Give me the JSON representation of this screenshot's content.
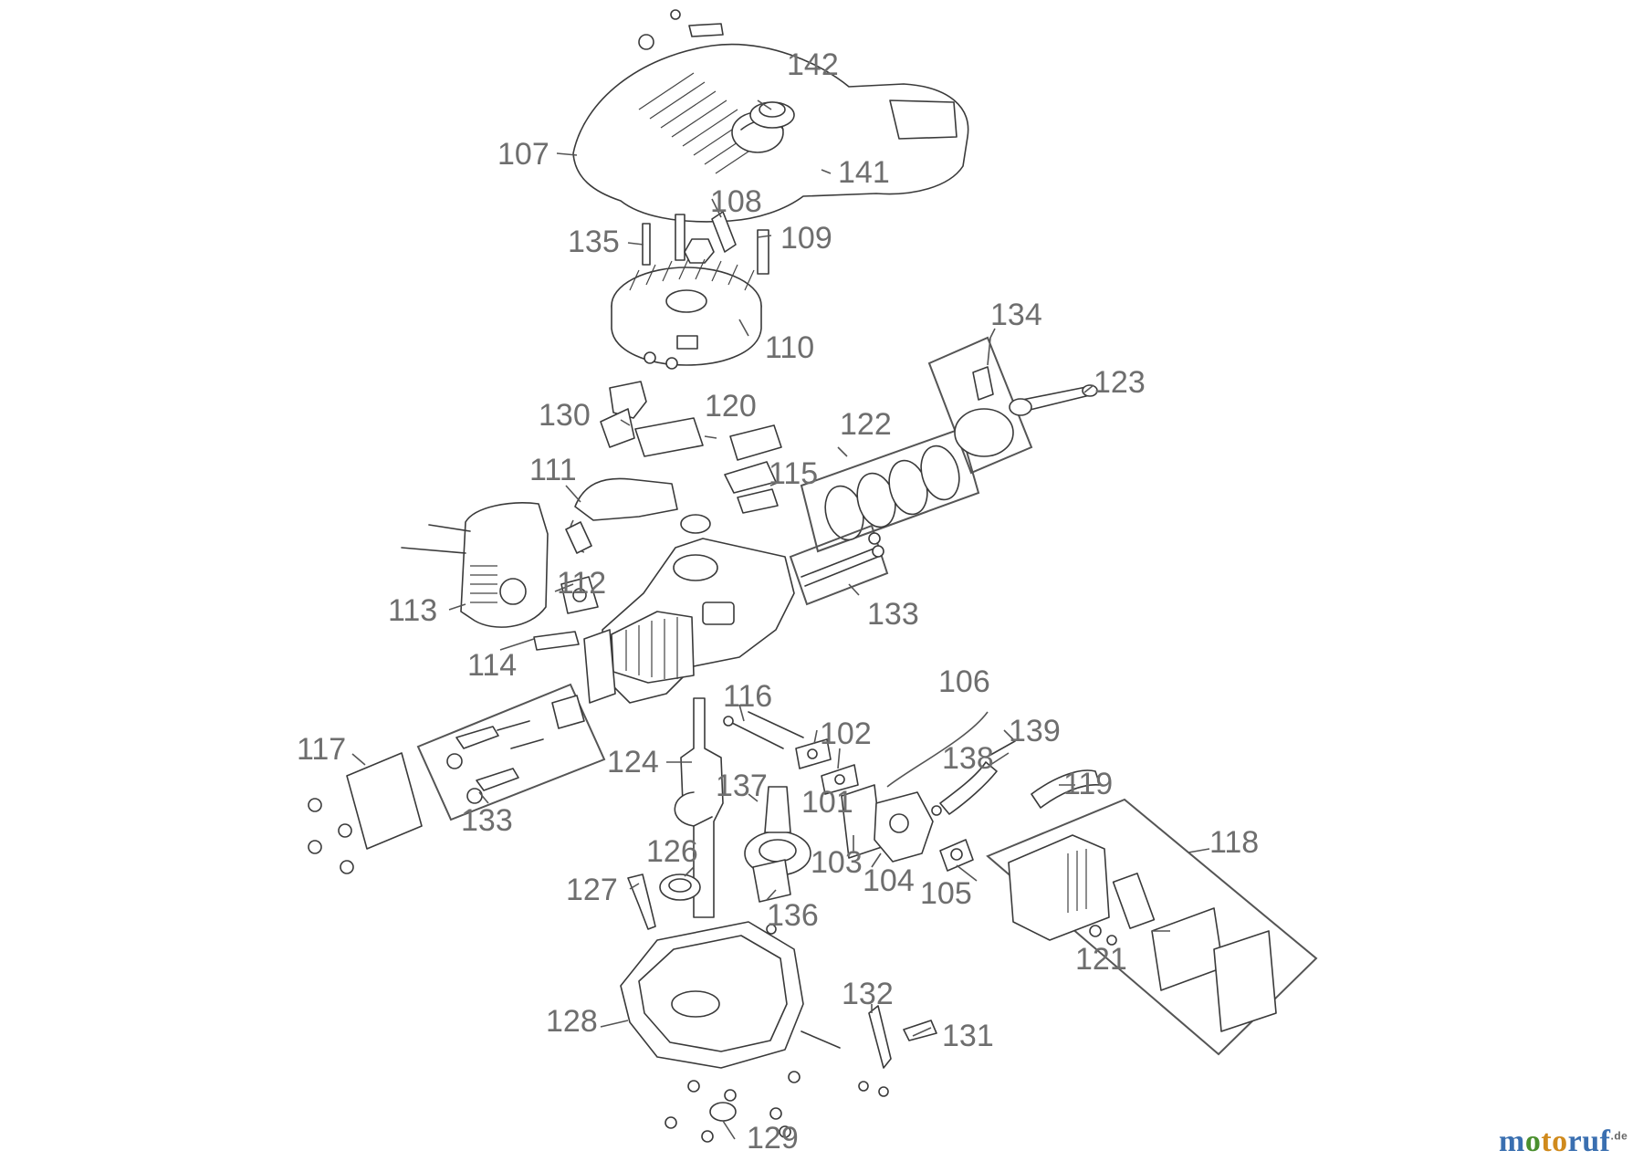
{
  "diagram": {
    "callouts": [
      {
        "id": "101",
        "label": "101"
      },
      {
        "id": "102",
        "label": "102"
      },
      {
        "id": "103",
        "label": "103"
      },
      {
        "id": "104",
        "label": "104"
      },
      {
        "id": "105",
        "label": "105"
      },
      {
        "id": "106",
        "label": "106"
      },
      {
        "id": "107",
        "label": "107"
      },
      {
        "id": "108",
        "label": "108"
      },
      {
        "id": "109",
        "label": "109"
      },
      {
        "id": "110",
        "label": "110"
      },
      {
        "id": "111",
        "label": "111"
      },
      {
        "id": "112",
        "label": "112"
      },
      {
        "id": "113",
        "label": "113"
      },
      {
        "id": "114",
        "label": "114"
      },
      {
        "id": "115",
        "label": "115"
      },
      {
        "id": "116",
        "label": "116"
      },
      {
        "id": "117",
        "label": "117"
      },
      {
        "id": "118",
        "label": "118"
      },
      {
        "id": "119",
        "label": "119"
      },
      {
        "id": "120",
        "label": "120"
      },
      {
        "id": "121",
        "label": "121"
      },
      {
        "id": "122",
        "label": "122"
      },
      {
        "id": "123",
        "label": "123"
      },
      {
        "id": "124",
        "label": "124"
      },
      {
        "id": "126",
        "label": "126"
      },
      {
        "id": "127",
        "label": "127"
      },
      {
        "id": "128",
        "label": "128"
      },
      {
        "id": "129",
        "label": "129"
      },
      {
        "id": "130",
        "label": "130"
      },
      {
        "id": "131",
        "label": "131"
      },
      {
        "id": "132",
        "label": "132"
      },
      {
        "id": "133a",
        "label": "133"
      },
      {
        "id": "133b",
        "label": "133"
      },
      {
        "id": "134",
        "label": "134"
      },
      {
        "id": "135",
        "label": "135"
      },
      {
        "id": "136",
        "label": "136"
      },
      {
        "id": "137",
        "label": "137"
      },
      {
        "id": "138",
        "label": "138"
      },
      {
        "id": "139",
        "label": "139"
      },
      {
        "id": "141",
        "label": "141"
      },
      {
        "id": "142",
        "label": "142"
      }
    ]
  },
  "watermark": {
    "part1": "m",
    "part2": "o",
    "part3": "to",
    "part4": "ruf",
    "suffix": ".de"
  }
}
